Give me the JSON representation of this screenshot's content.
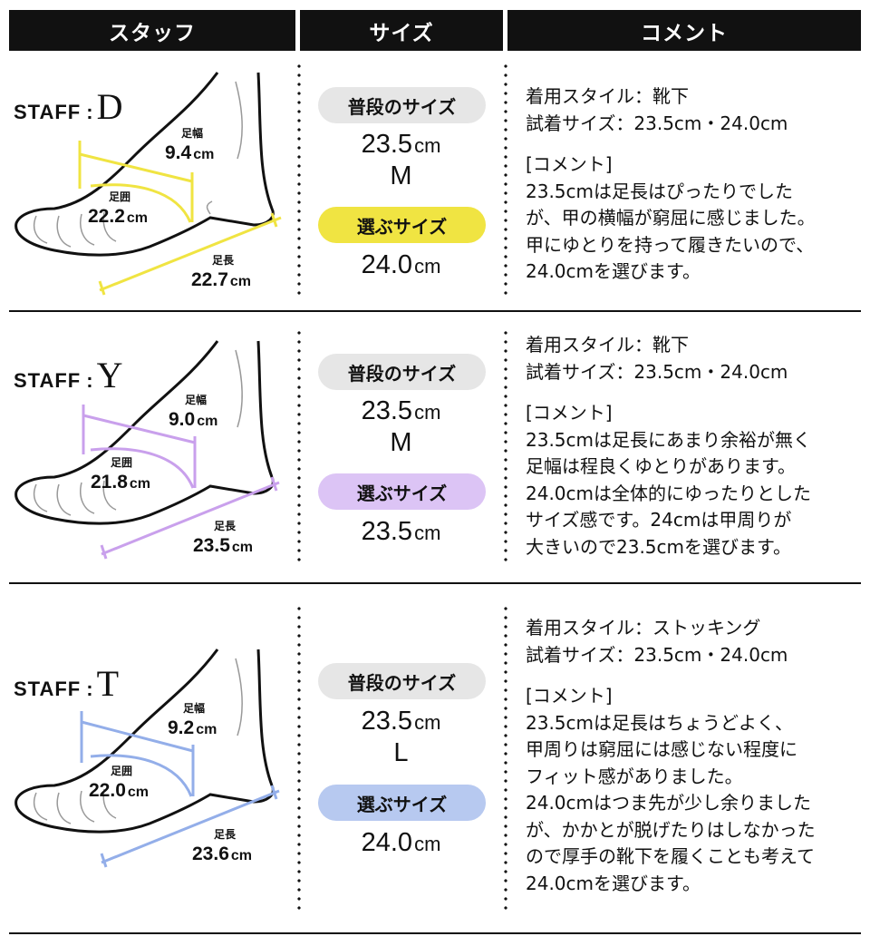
{
  "headers": {
    "staff": "スタッフ",
    "size": "サイズ",
    "comment": "コメント"
  },
  "labels": {
    "usual_size": "普段のサイズ",
    "chosen_size": "選ぶサイズ",
    "foot_width": "足幅",
    "foot_girth": "足囲",
    "foot_length": "足長",
    "unit": "cm",
    "staff_prefix": "STAFF",
    "colon": ":"
  },
  "colors": {
    "staff_d": "#f0e442",
    "staff_y": "#c9a0ec",
    "staff_t": "#93aee9",
    "pill_gray": "#e6e6e6"
  },
  "rows": [
    {
      "initial": "D",
      "foot_width": "9.4",
      "foot_girth": "22.2",
      "foot_length": "22.7",
      "usual_num": "23.5",
      "usual_letter": "M",
      "chosen_num": "24.0",
      "comment_style": "着用スタイル：靴下",
      "comment_tried": "試着サイズ：23.5cm・24.0cm",
      "comment_lines": [
        "[コメント]",
        "23.5cmは足長はぴったりでした",
        "が、甲の横幅が窮屈に感じました。",
        "甲にゆとりを持って履きたいので、",
        "24.0cmを選びます。"
      ]
    },
    {
      "initial": "Y",
      "foot_width": "9.0",
      "foot_girth": "21.8",
      "foot_length": "23.5",
      "usual_num": "23.5",
      "usual_letter": "M",
      "chosen_num": "23.5",
      "comment_style": "着用スタイル：靴下",
      "comment_tried": "試着サイズ：23.5cm・24.0cm",
      "comment_lines": [
        "[コメント]",
        "23.5cmは足長にあまり余裕が無く",
        "足幅は程良くゆとりがあります。",
        "24.0cmは全体的にゆったりとした",
        "サイズ感です。24cmは甲周りが",
        "大きいので23.5cmを選びます。"
      ]
    },
    {
      "initial": "T",
      "foot_width": "9.2",
      "foot_girth": "22.0",
      "foot_length": "23.6",
      "usual_num": "23.5",
      "usual_letter": "L",
      "chosen_num": "24.0",
      "comment_style": "着用スタイル：ストッキング",
      "comment_tried": "試着サイズ：23.5cm・24.0cm",
      "comment_lines": [
        "[コメント]",
        "23.5cmは足長はちょうどよく、",
        "甲周りは窮屈には感じない程度に",
        "フィット感がありました。",
        "24.0cmはつま先が少し余りました",
        "が、かかとが脱げたりはしなかった",
        "ので厚手の靴下を履くことも考えて",
        "24.0cmを選びます。"
      ]
    }
  ]
}
